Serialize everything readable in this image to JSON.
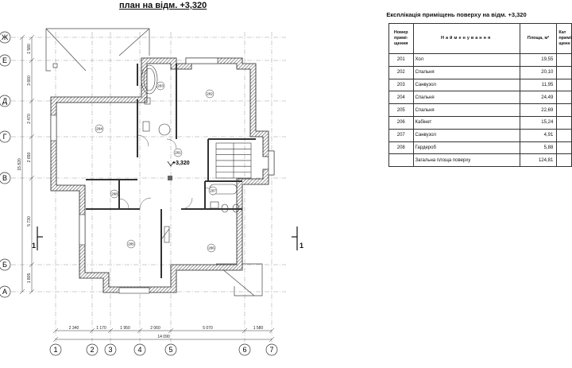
{
  "plan": {
    "title": "план на відм. +3,320",
    "level_mark": "+3,320",
    "axes_letters": [
      "Ж",
      "Е",
      "Д",
      "Г",
      "В",
      "Б",
      "А"
    ],
    "axes_numbers": [
      "1",
      "2",
      "3",
      "4",
      "5",
      "6",
      "7"
    ],
    "left_dims": [
      "1 580",
      "3 660",
      "2 470",
      "2 650",
      "15 820",
      "5 730",
      "1 805"
    ],
    "bottom_dims": [
      "2 340",
      "1 170",
      "1 950",
      "2 060",
      "5 070",
      "1 580"
    ],
    "total_dim": "14 090",
    "section_mark": "1",
    "rooms": [
      "201",
      "202",
      "203",
      "204",
      "205",
      "206",
      "207",
      "208"
    ]
  },
  "explication": {
    "title": "Експлікація приміщень поверху на відм. +3,320",
    "headers": [
      "Номер примі-щення",
      "Найменування",
      "Площа, м²",
      "Кат примі щенн"
    ],
    "rows": [
      {
        "num": "201",
        "name": "Хол",
        "area": "19,55"
      },
      {
        "num": "202",
        "name": "Спальня",
        "area": "20,10"
      },
      {
        "num": "203",
        "name": "Санвузол",
        "area": "11,95"
      },
      {
        "num": "204",
        "name": "Спальня",
        "area": "24,49"
      },
      {
        "num": "205",
        "name": "Спальня",
        "area": "22,69"
      },
      {
        "num": "206",
        "name": "Кабінет",
        "area": "15,24"
      },
      {
        "num": "207",
        "name": "Санвузол",
        "area": "4,91"
      },
      {
        "num": "208",
        "name": "Гардероб",
        "area": "5,88"
      }
    ],
    "total_label": "Загальна площа поверху",
    "total_area": "124,81"
  }
}
